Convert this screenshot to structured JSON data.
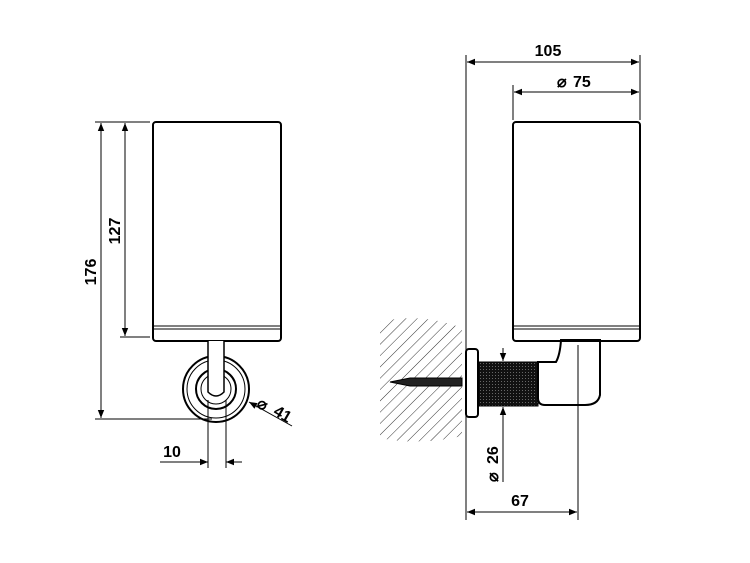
{
  "dimensions": {
    "overall_height": "176",
    "cup_height": "127",
    "rosette_diameter": "41",
    "rosette_diameter_symbol": "⌀",
    "arm_width": "10",
    "total_projection": "105",
    "cup_diameter": "75",
    "cup_diameter_symbol": "⌀",
    "knurl_diameter": "26",
    "knurl_diameter_symbol": "⌀",
    "axis_projection": "67"
  },
  "colors": {
    "line": "#000000",
    "background": "#ffffff"
  }
}
